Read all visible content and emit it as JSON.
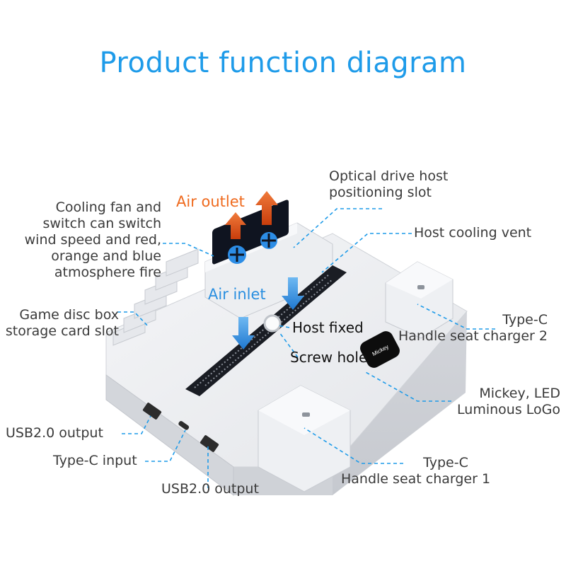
{
  "title": "Product function diagram",
  "labels": {
    "air_outlet": "Air outlet",
    "air_inlet": "Air inlet",
    "cooling_fan_lines": [
      "Cooling fan and",
      "switch can switch",
      "wind speed and red,",
      "orange and blue",
      "atmosphere fire"
    ],
    "disc_box_lines": [
      "Game disc box",
      "storage card slot"
    ],
    "optical_drive_lines": [
      "Optical drive host",
      "positioning slot"
    ],
    "host_cooling_vent": "Host cooling vent",
    "charger2_lines": [
      "Type-C",
      "Handle seat charger 2"
    ],
    "host_fixed": "Host fixed",
    "screw_hole": "Screw hole",
    "logo_lines": [
      "Mickey, LED",
      "Luminous LoGo"
    ],
    "charger1_lines": [
      "Type-C",
      "Handle seat charger 1"
    ],
    "usb_output_left": "USB2.0 output",
    "typec_input": "Type-C input",
    "usb_output_bottom": "USB2.0 output",
    "badge_text": "Mickey"
  },
  "colors": {
    "title": "#1e9be9",
    "leader": "#1e9be9",
    "air_outlet": "#ef6a1e",
    "air_inlet": "#2a8fe0"
  }
}
